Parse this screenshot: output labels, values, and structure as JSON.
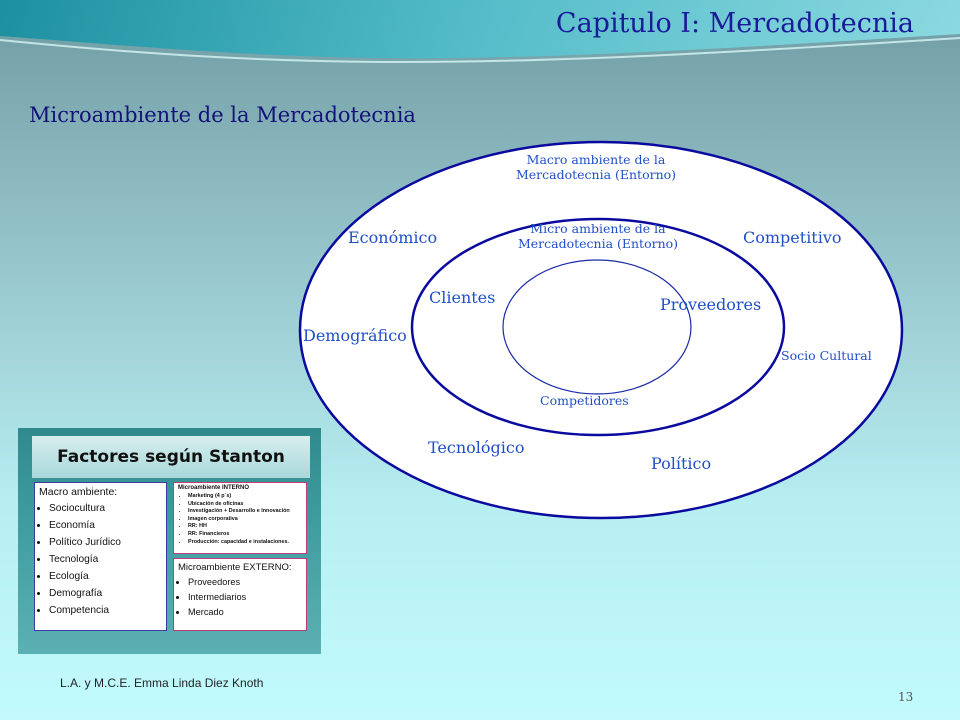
{
  "slide": {
    "title": "Capitulo I: Mercadotecnia",
    "subtitle": "Microambiente de la Mercadotecnia"
  },
  "diagram": {
    "outer_title_line1": "Macro ambiente de la",
    "outer_title_line2": "Mercadotecnia (Entorno)",
    "inner_title_line1": "Micro ambiente de la",
    "inner_title_line2": "Mercadotecnia (Entorno)",
    "macro_factors": {
      "economico": "Económico",
      "competitivo": "Competitivo",
      "demografico": "Demográfico",
      "socio_cultural": "Socio Cultural",
      "tecnologico": "Tecnológico",
      "politico": "Político"
    },
    "micro_factors": {
      "clientes": "Clientes",
      "proveedores": "Proveedores",
      "competidores": "Competidores"
    },
    "colors": {
      "ellipse_stroke": "#0a0a9e",
      "label": "#1f4fc8"
    }
  },
  "stanton": {
    "title": "Factores según Stanton",
    "macro_title": "Macro ambiente:",
    "macro_items": [
      "Sociocultura",
      "Economía",
      "Político Jurídico",
      "Tecnología",
      "Ecología",
      "Demografía",
      "Competencia"
    ],
    "micro_interno_title": "Microambiente INTERNO",
    "micro_interno_items": [
      "Marketing (4 p´s)",
      "Ubicación de oficinas",
      "Investigación + Desarrollo e Innovación",
      "Imagen corporativa",
      "RR: HH",
      "RR: Financieros",
      "Producción: capacidad e instalaciones."
    ],
    "micro_externo_title": "Microambiente EXTERNO:",
    "micro_externo_items": [
      "Proveedores",
      "Intermediarios",
      "Mercado"
    ]
  },
  "footer": {
    "author": "L.A. y M.C.E. Emma Linda Diez Knoth",
    "page_number": "13"
  }
}
